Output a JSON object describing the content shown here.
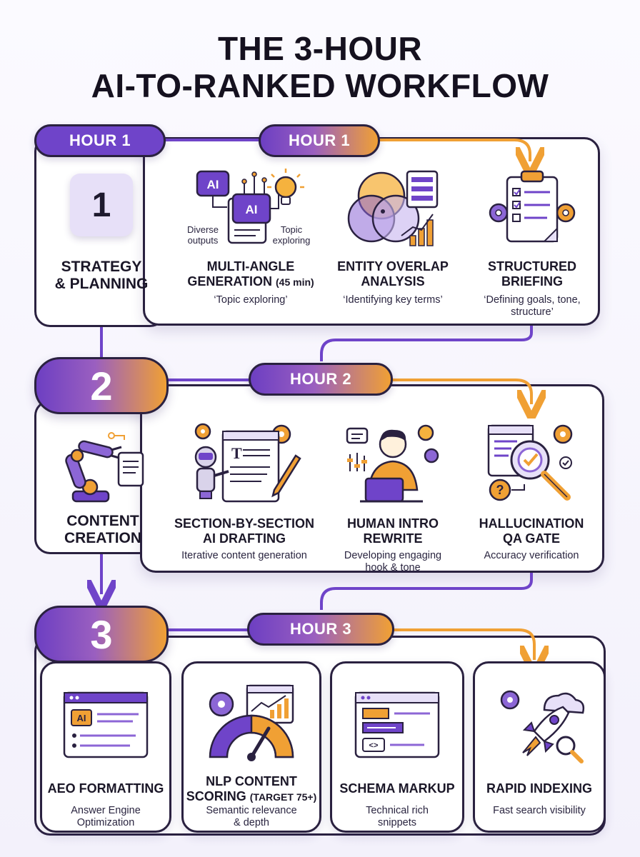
{
  "title": {
    "line1": "THE 3-HOUR",
    "line2": "AI-TO-RANKED WORKFLOW"
  },
  "colors": {
    "purple": "#6f44c9",
    "orange": "#f0a034",
    "dark_outline": "#2a2140",
    "light_purple": "#e7e0f8"
  },
  "stage1": {
    "tag": "HOUR 1",
    "flow_tag": "HOUR 1",
    "number": "1",
    "label_line1": "STRATEGY",
    "label_line2": "& PLANNING",
    "steps": [
      {
        "icon": "ai-generation-icon",
        "line1": "MULTI-ANGLE",
        "line2_main": "GENERATION",
        "line2_small": "(45 min)",
        "desc": "‘Topic exploring’",
        "note_left_line1": "Diverse",
        "note_left_line2": "outputs",
        "note_right_line1": "Topic",
        "note_right_line2": "exploring",
        "badge": "AI"
      },
      {
        "icon": "venn-diagram-icon",
        "line1": "ENTITY OVERLAP",
        "line2": "ANALYSIS",
        "desc": "‘Identifying key terms’"
      },
      {
        "icon": "clipboard-checklist-icon",
        "line1": "STRUCTURED",
        "line2": "BRIEFING",
        "desc_line1": "‘Defining goals, tone,",
        "desc_line2": "structure’"
      }
    ]
  },
  "stage2": {
    "number": "2",
    "flow_tag": "HOUR 2",
    "label_line1": "CONTENT",
    "label_line2": "CREATION",
    "steps": [
      {
        "icon": "robot-writing-icon",
        "line1": "SECTION-BY-SECTION",
        "line2": "AI DRAFTING",
        "desc_line1": "Iterative content generation",
        "doc_letter": "T"
      },
      {
        "icon": "person-laptop-icon",
        "line1": "HUMAN INTRO",
        "line2": "REWRITE",
        "desc_line1": "Developing engaging",
        "desc_line2": "hook & tone"
      },
      {
        "icon": "magnifier-check-icon",
        "line1": "HALLUCINATION",
        "line2": "QA GATE",
        "desc_line1": "Accuracy verification"
      }
    ]
  },
  "stage3": {
    "number": "3",
    "flow_tag": "HOUR 3",
    "steps": [
      {
        "icon": "ai-browser-icon",
        "line1": "AEO FORMATTING",
        "desc_line1": "Answer Engine",
        "desc_line2": "Optimization",
        "badge": "AI"
      },
      {
        "icon": "gauge-score-icon",
        "line1": "NLP CONTENT",
        "line2_main": "SCORING",
        "line2_small": "(TARGET 75+)",
        "desc_line1": "Semantic relevance",
        "desc_line2": "& depth"
      },
      {
        "icon": "schema-code-icon",
        "line1": "SCHEMA MARKUP",
        "desc_line1": "Technical rich",
        "desc_line2": "snippets",
        "code_glyph": "<>"
      },
      {
        "icon": "rocket-search-icon",
        "line1": "RAPID INDEXING",
        "desc_line1": "Fast search visibility"
      }
    ]
  }
}
